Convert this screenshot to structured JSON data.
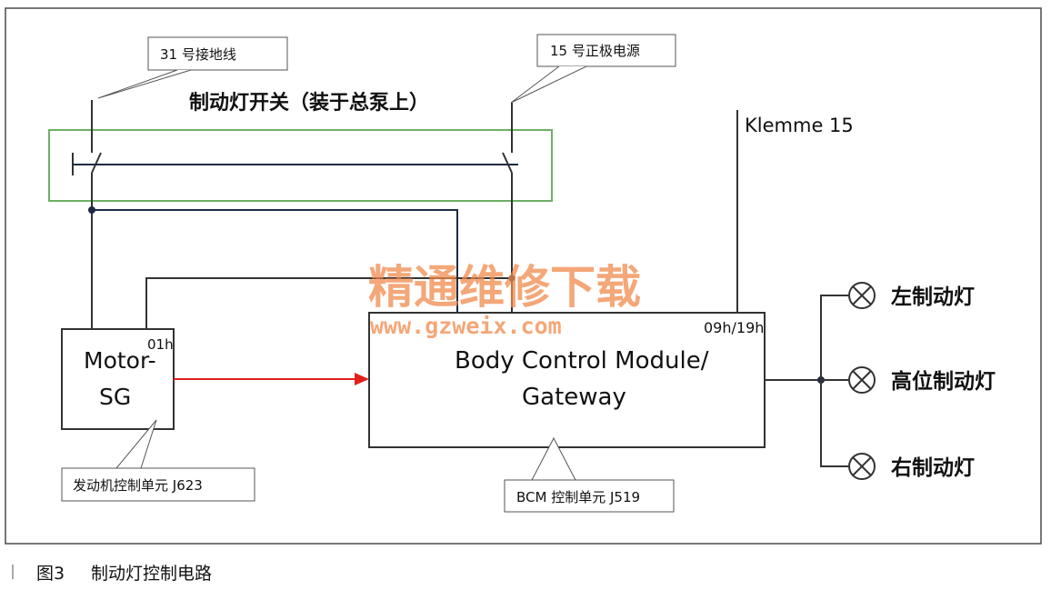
{
  "colors": {
    "frame": "#4a4a4a",
    "wire": "#333333",
    "wire_dark": "#1e2a44",
    "switch_box": "#6fae66",
    "signal": "#e0201a",
    "watermark": "#f08a4b",
    "node_label": "#2e7d32"
  },
  "diagram": {
    "switch_title": "制动灯开关（装于总泵上）",
    "callout_ground": "31 号接地线",
    "callout_positive": "15 号正极电源",
    "klemme": "Klemme 15",
    "motor": {
      "line1": "Motor-",
      "line2": "SG",
      "address": "01h"
    },
    "bcm": {
      "line1": "Body Control Module/",
      "line2": "Gateway",
      "address": "09h/19h"
    },
    "callout_ecu": "发动机控制单元 J623",
    "callout_bcm": "BCM 控制单元 J519",
    "lamps": [
      "左制动灯",
      "高位制动灯",
      "右制动灯"
    ]
  },
  "watermark": {
    "line1": "精通维修下载",
    "line2": "www.gzweix.com"
  },
  "caption": {
    "number": "图3",
    "text": "制动灯控制电路"
  }
}
